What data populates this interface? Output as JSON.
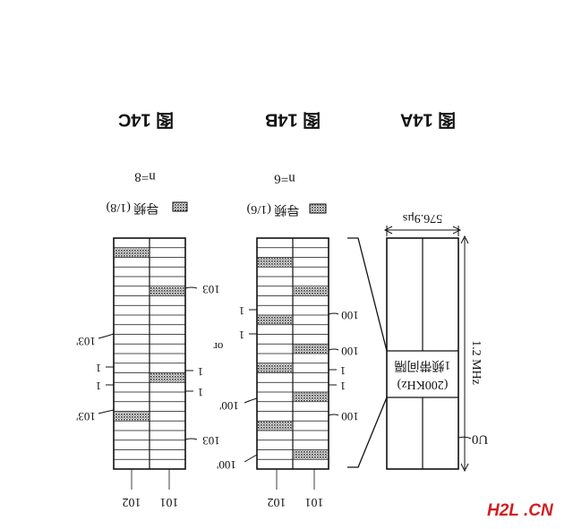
{
  "figures": {
    "a": {
      "title": "图 14A"
    },
    "b": {
      "title": "图 14B",
      "legend": "导频 (1/6)",
      "n": "n=6"
    },
    "c": {
      "title": "图 14C",
      "legend": "导频 (1/8)",
      "n": "n=8"
    }
  },
  "labels_14a": {
    "bandwidth": "1.2 MHz",
    "channel": "1频带间隔",
    "channel_khz": "(200KHz)",
    "time": "576.9μs",
    "u0": "U0"
  },
  "labels_14b": {
    "col_101": "101",
    "col_102": "102",
    "ref_100a": "100",
    "ref_100b": "100",
    "ref_100c": "100",
    "ref_100p_a": "100'",
    "ref_100p_b": "100'",
    "ref_1_a": "1",
    "ref_1_b": "1",
    "ref_1_c": "1",
    "ref_1_d": "1",
    "or": "or"
  },
  "labels_14c": {
    "col_101": "101",
    "col_102": "102",
    "ref_103a": "103",
    "ref_103b": "103",
    "ref_103p_a": "103'",
    "ref_103p_b": "103'",
    "ref_1_a": "1",
    "ref_1_b": "1",
    "ref_1_c": "1",
    "ref_1_d": "1"
  },
  "grid_b": {
    "rows": 24,
    "pilots_left": [
      2,
      8,
      13,
      19
    ],
    "pilots_right": [
      5,
      11,
      16,
      22
    ]
  },
  "grid_c": {
    "rows": 24,
    "pilots_left": [
      1,
      18
    ],
    "pilots_right": [
      5,
      14
    ]
  },
  "watermark": {
    "h2l": "H2L",
    "domain": ".CN"
  },
  "colors": {
    "ink": "#111111",
    "pilot": "#555555",
    "watermark_red": "#d21f1f",
    "watermark_yellow": "#f0b400"
  }
}
